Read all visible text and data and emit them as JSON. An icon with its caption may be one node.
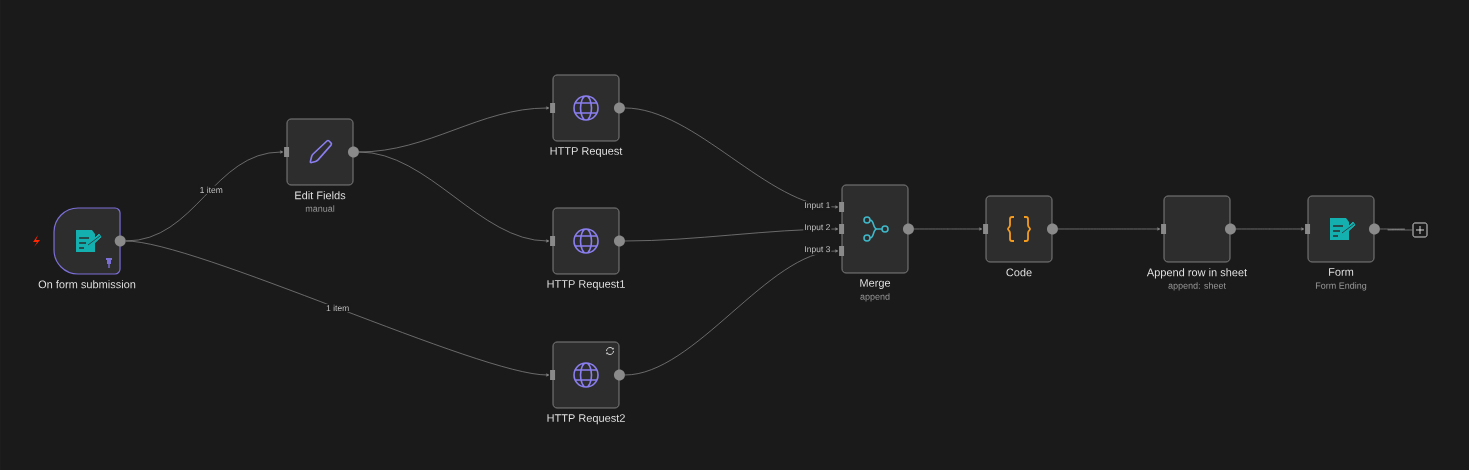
{
  "diagram": {
    "nodes": [
      {
        "text": [
          "On form submission"
        ]
      },
      {
        "text": [
          "Edit Fields",
          "manual"
        ]
      },
      {
        "text": [
          "HTTP Request"
        ]
      },
      {
        "text": [
          "HTTP Request1"
        ]
      },
      {
        "text": [
          "HTTP Request2"
        ]
      },
      {
        "text": [
          "Merge",
          "append"
        ]
      },
      {
        "text": [
          "Code"
        ]
      },
      {
        "text": [
          "Append row in sheet",
          "append: sheet"
        ]
      },
      {
        "text": [
          "Form",
          "Form Ending"
        ]
      },
      {
        "text": [],
        "shape": "box"
      }
    ],
    "edges": [
      {
        "from": 0,
        "to": 1,
        "arrow": "to",
        "label": "1 item"
      },
      {
        "from": 0,
        "to": 4,
        "arrow": "to",
        "label": "1 item"
      },
      {
        "from": 1,
        "to": 2,
        "arrow": "to"
      },
      {
        "from": 1,
        "to": 3,
        "arrow": "to"
      },
      {
        "from": 2,
        "to": 5,
        "arrow": "to",
        "label": "Input 1"
      },
      {
        "from": 3,
        "to": 5,
        "arrow": "to",
        "label": "Input 2"
      },
      {
        "from": 4,
        "to": 5,
        "arrow": "to",
        "label": "Input 3"
      },
      {
        "from": 5,
        "to": 6,
        "arrow": "to"
      },
      {
        "from": 6,
        "to": 7,
        "arrow": "to"
      },
      {
        "from": 7,
        "to": 8,
        "arrow": "to"
      },
      {
        "from": 8,
        "to": 9,
        "arrow": "none"
      }
    ]
  }
}
